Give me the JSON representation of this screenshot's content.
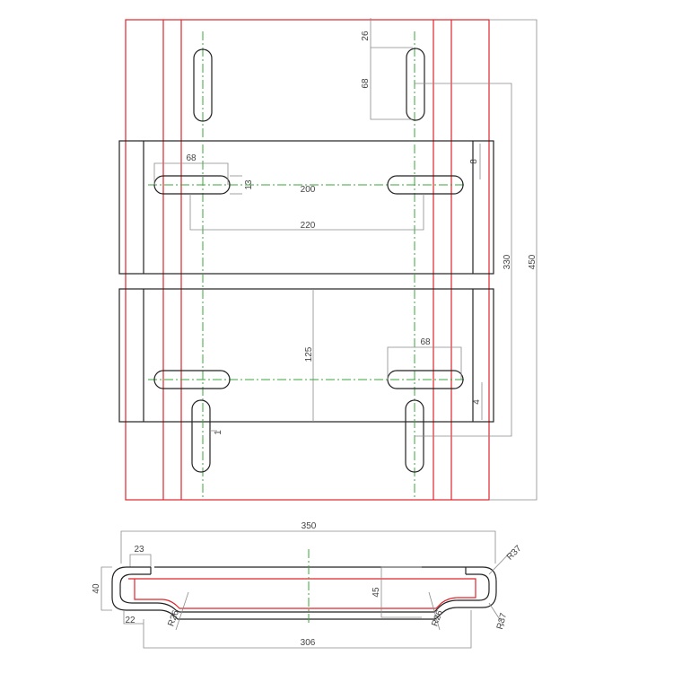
{
  "colors": {
    "outline": "#222222",
    "hidden": "#e0242b",
    "centerline": "#3aa53a",
    "dimension": "#8a8a8a",
    "text": "#444444"
  },
  "plan_view": {
    "dims": {
      "top_offset": "26",
      "slot_len_top": "68",
      "slot_len_left": "68",
      "slot_width": "13",
      "span_200": "200",
      "span_220": "220",
      "height_330": "330",
      "height_450": "450",
      "gap_125": "125",
      "slot_len_lower": "68",
      "small_right": "4",
      "small_upper_right": "8",
      "small_lower_left": "1"
    }
  },
  "section_view": {
    "dims": {
      "overall_width": "350",
      "flange": "23",
      "height_left": "40",
      "height_mid": "45",
      "foot": "22",
      "inner_width": "306",
      "radius_left": "R26",
      "radius_right": "R26",
      "radius_top_right": "R37",
      "radius_bottom_right": "R37"
    }
  }
}
